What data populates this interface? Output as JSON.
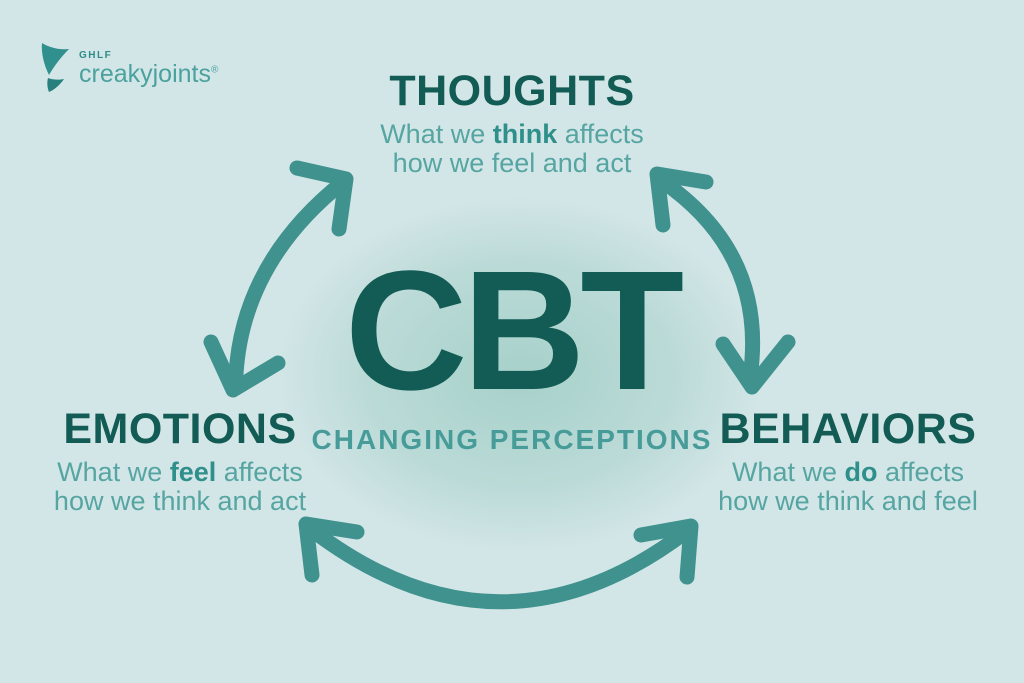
{
  "logo": {
    "org": "GHLF",
    "name": "creakyjoints",
    "registered": "®"
  },
  "center": {
    "acronym": "CBT",
    "tagline": "CHANGING PERCEPTIONS"
  },
  "nodes": [
    {
      "id": "thoughts",
      "title": "THOUGHTS",
      "line1_pre": "What we ",
      "line1_bold": "think",
      "line1_post": " affects",
      "line2": "how we feel and act"
    },
    {
      "id": "emotions",
      "title": "EMOTIONS",
      "line1_pre": "What we ",
      "line1_bold": "feel",
      "line1_post": " affects",
      "line2": "how we think and act"
    },
    {
      "id": "behaviors",
      "title": "BEHAVIORS",
      "line1_pre": "What we ",
      "line1_bold": "do",
      "line1_post": " affects",
      "line2": "how we think and feel"
    }
  ],
  "icons": {
    "logo_icon": "creakyjoints-bird-icon",
    "arrows": [
      "double-arrow-emotions-thoughts",
      "double-arrow-thoughts-behaviors",
      "double-arrow-behaviors-emotions"
    ]
  },
  "colors": {
    "background": "#d3e6e7",
    "center_glow": "#a7d1ca",
    "heading_dark_teal": "#135c55",
    "body_teal": "#56a5a2",
    "body_bold_teal": "#2f8f8b",
    "tagline_teal": "#479c99",
    "arrow_teal": "#3f928e",
    "logo_teal": "#4aa19e"
  }
}
